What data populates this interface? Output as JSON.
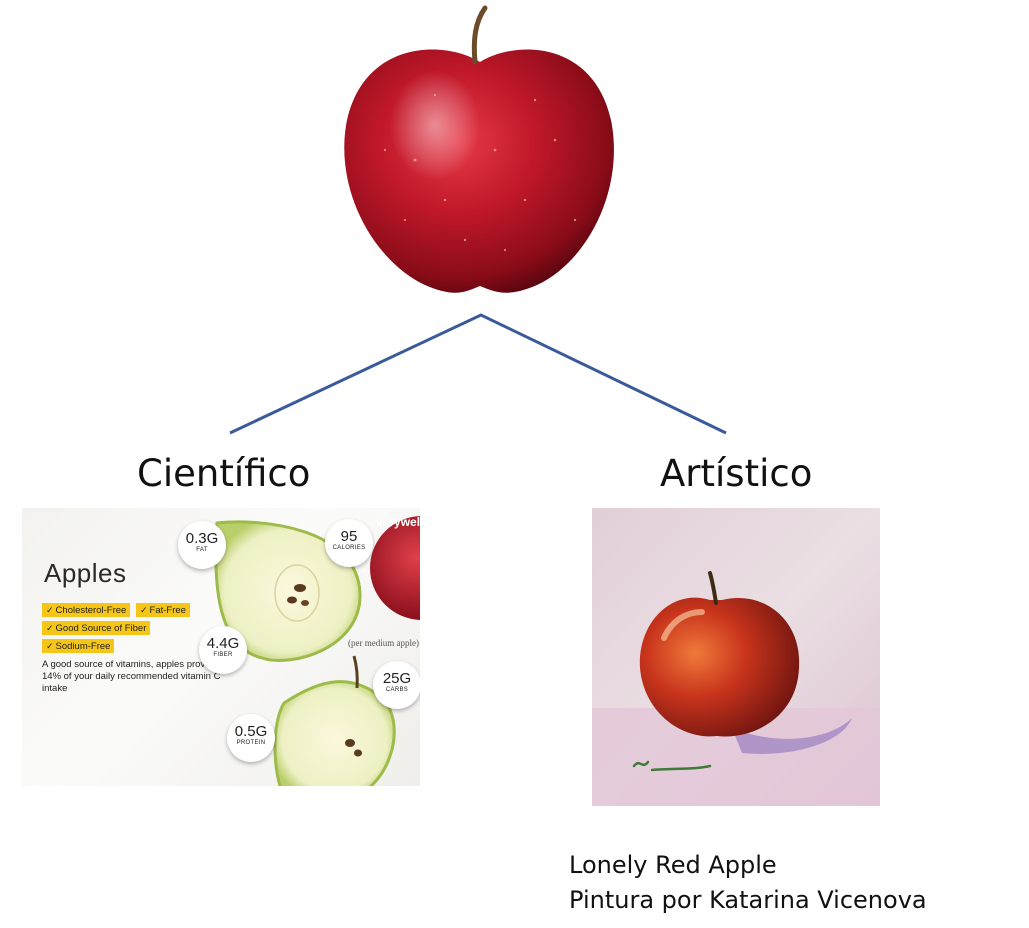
{
  "branches": {
    "scientific": "Científico",
    "artistic": "Artístico"
  },
  "nutrition": {
    "brand": "verywell",
    "title": "Apples",
    "tags": [
      "Cholesterol-Free",
      "Fat-Free",
      "Good Source of Fiber",
      "Sodium-Free"
    ],
    "check_glyph": "✓",
    "description": "A good source of vitamins, apples provide 14% of your daily recommended vitamin C intake",
    "per_serving": "(per medium apple)",
    "stats": {
      "fat": {
        "value": "0.3G",
        "label": "FAT"
      },
      "calories": {
        "value": "95",
        "label": "CALORIES"
      },
      "fiber": {
        "value": "4.4G",
        "label": "FIBER"
      },
      "carbs": {
        "value": "25G",
        "label": "CARBS"
      },
      "protein": {
        "value": "0.5G",
        "label": "PROTEIN"
      }
    }
  },
  "caption": {
    "title": "Lonely Red Apple",
    "author": "Pintura por Katarina Vicenova"
  },
  "colors": {
    "connector": "#3a5a9a",
    "apple_red": "#c0182a",
    "highlight_yellow": "#f5c518",
    "painting_bg": "#e6d2dc"
  }
}
